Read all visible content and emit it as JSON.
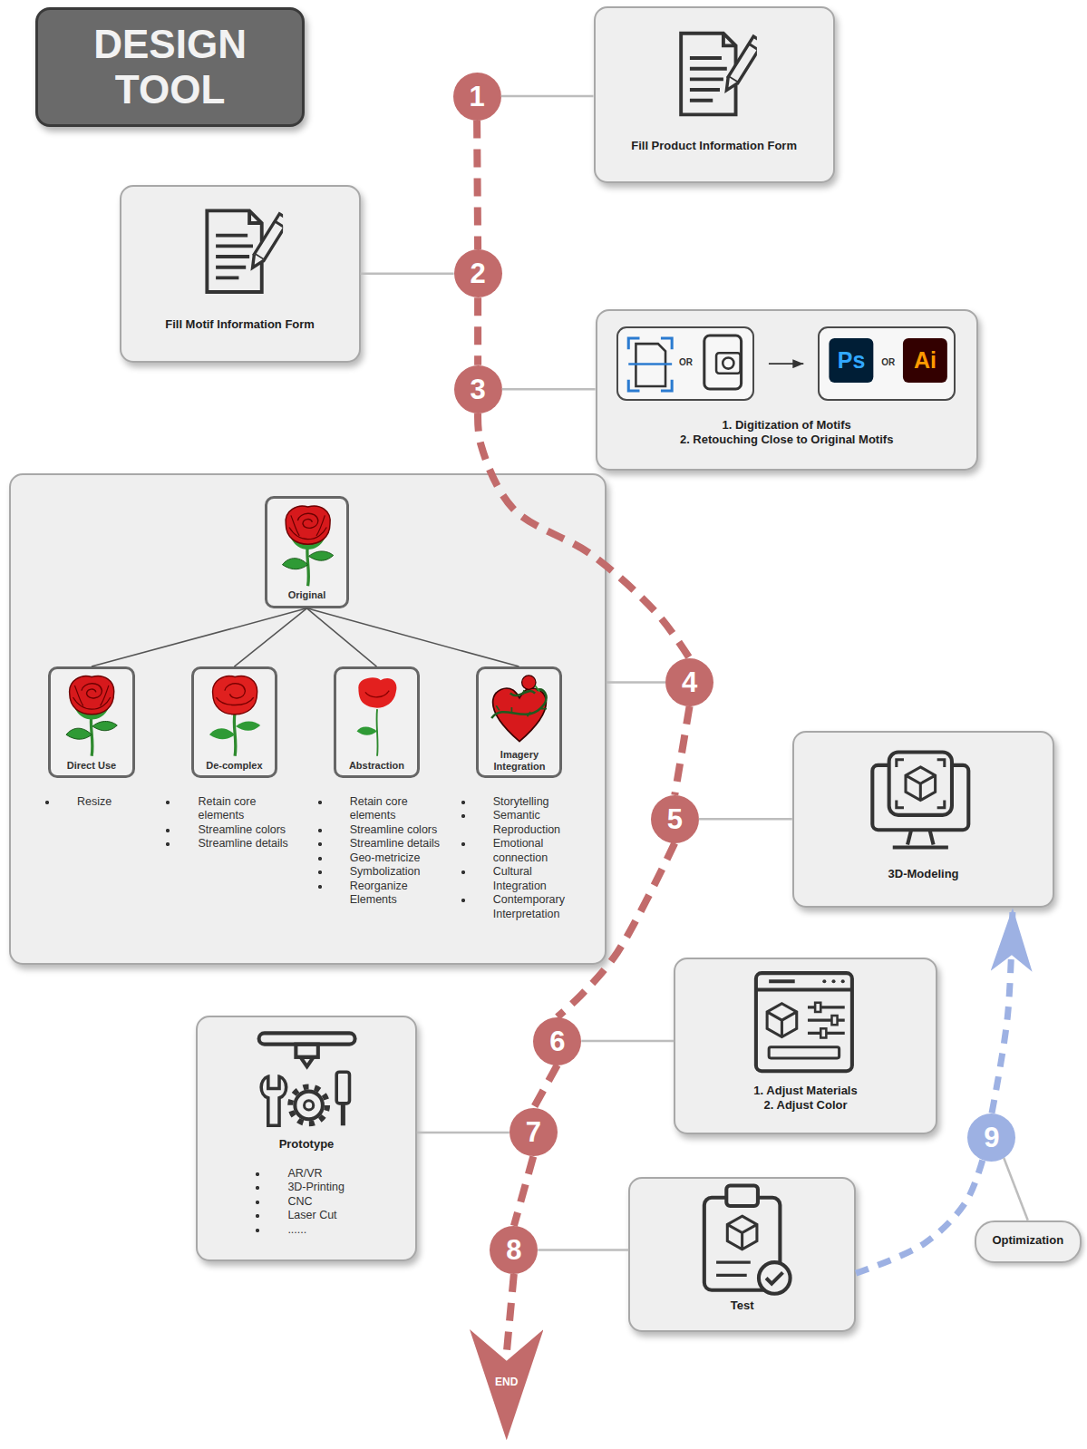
{
  "diagram": {
    "title": "DESIGN TOOL",
    "nodes": [
      {
        "text": [
          "1"
        ]
      },
      {
        "text": [
          "Fill Product Information Form"
        ]
      },
      {
        "text": [
          "Fill Motif Information Form"
        ]
      },
      {
        "text": [
          "2"
        ]
      },
      {
        "text": [
          "3"
        ]
      },
      {
        "text": [
          "1. Digitization of Motifs",
          "2. Retouching Close to Original Motifs"
        ]
      },
      {
        "text": [
          "OR"
        ],
        "in": 5
      },
      {
        "text": [
          "Ps",
          "OR",
          "Ai"
        ],
        "in": 5
      },
      {
        "text": [
          "Resize",
          "Retain core elements",
          "Streamline colors",
          "Streamline details",
          "Retain core elements",
          "Streamline colors",
          "Streamline details",
          "Geo-metricize",
          "Symbolization",
          "Reorganize Elements",
          "Storytelling",
          "Semantic Reproduction",
          "Emotional connection",
          "Cultural Integration",
          "Contemporary Interpretation"
        ]
      },
      {
        "text": [
          "Original"
        ],
        "in": 8
      },
      {
        "text": [
          "Direct Use"
        ],
        "in": 8
      },
      {
        "text": [
          "De-complex"
        ],
        "in": 8
      },
      {
        "text": [
          "Abstraction"
        ],
        "in": 8
      },
      {
        "text": [
          "Imagery Integration"
        ],
        "in": 8
      },
      {
        "text": [
          "4"
        ]
      },
      {
        "text": [
          "5"
        ]
      },
      {
        "text": [
          "3D-Modeling"
        ]
      },
      {
        "text": [
          "1. Adjust Materials",
          "2. Adjust Color"
        ]
      },
      {
        "text": [
          "6"
        ]
      },
      {
        "text": [
          "Prototype",
          "AR/VR",
          "3D-Printing",
          "CNC",
          "Laser Cut",
          "......"
        ]
      },
      {
        "text": [
          "7"
        ]
      },
      {
        "text": [
          "8"
        ]
      },
      {
        "text": [
          "Test"
        ]
      },
      {
        "text": [
          "9"
        ]
      },
      {
        "text": [
          "Optimization"
        ]
      },
      {
        "text": [
          "END"
        ]
      }
    ],
    "edges": [
      {
        "from": 0,
        "to": 3,
        "arrow": "none"
      },
      {
        "from": 3,
        "to": 4,
        "arrow": "none"
      },
      {
        "from": 4,
        "to": 14,
        "arrow": "none"
      },
      {
        "from": 14,
        "to": 15,
        "arrow": "none"
      },
      {
        "from": 15,
        "to": 18,
        "arrow": "none"
      },
      {
        "from": 18,
        "to": 20,
        "arrow": "none"
      },
      {
        "from": 20,
        "to": 21,
        "arrow": "none"
      },
      {
        "from": 21,
        "to": 25,
        "arrow": "none"
      },
      {
        "from": 0,
        "to": 1,
        "arrow": "none"
      },
      {
        "from": 2,
        "to": 3,
        "arrow": "none"
      },
      {
        "from": 4,
        "to": 5,
        "arrow": "none"
      },
      {
        "from": 8,
        "to": 14,
        "arrow": "none"
      },
      {
        "from": 15,
        "to": 16,
        "arrow": "none"
      },
      {
        "from": 18,
        "to": 17,
        "arrow": "none"
      },
      {
        "from": 20,
        "to": 19,
        "arrow": "none"
      },
      {
        "from": 21,
        "to": 22,
        "arrow": "none"
      },
      {
        "from": 23,
        "to": 24,
        "arrow": "none"
      },
      {
        "from": 22,
        "to": 23,
        "arrow": "none"
      },
      {
        "from": 23,
        "to": 16,
        "arrow": "to"
      },
      {
        "from": 6,
        "to": 7,
        "arrow": "to"
      },
      {
        "from": 9,
        "to": 10,
        "arrow": "none"
      },
      {
        "from": 9,
        "to": 11,
        "arrow": "none"
      },
      {
        "from": 9,
        "to": 12,
        "arrow": "none"
      },
      {
        "from": 9,
        "to": 13,
        "arrow": "none"
      }
    ]
  }
}
